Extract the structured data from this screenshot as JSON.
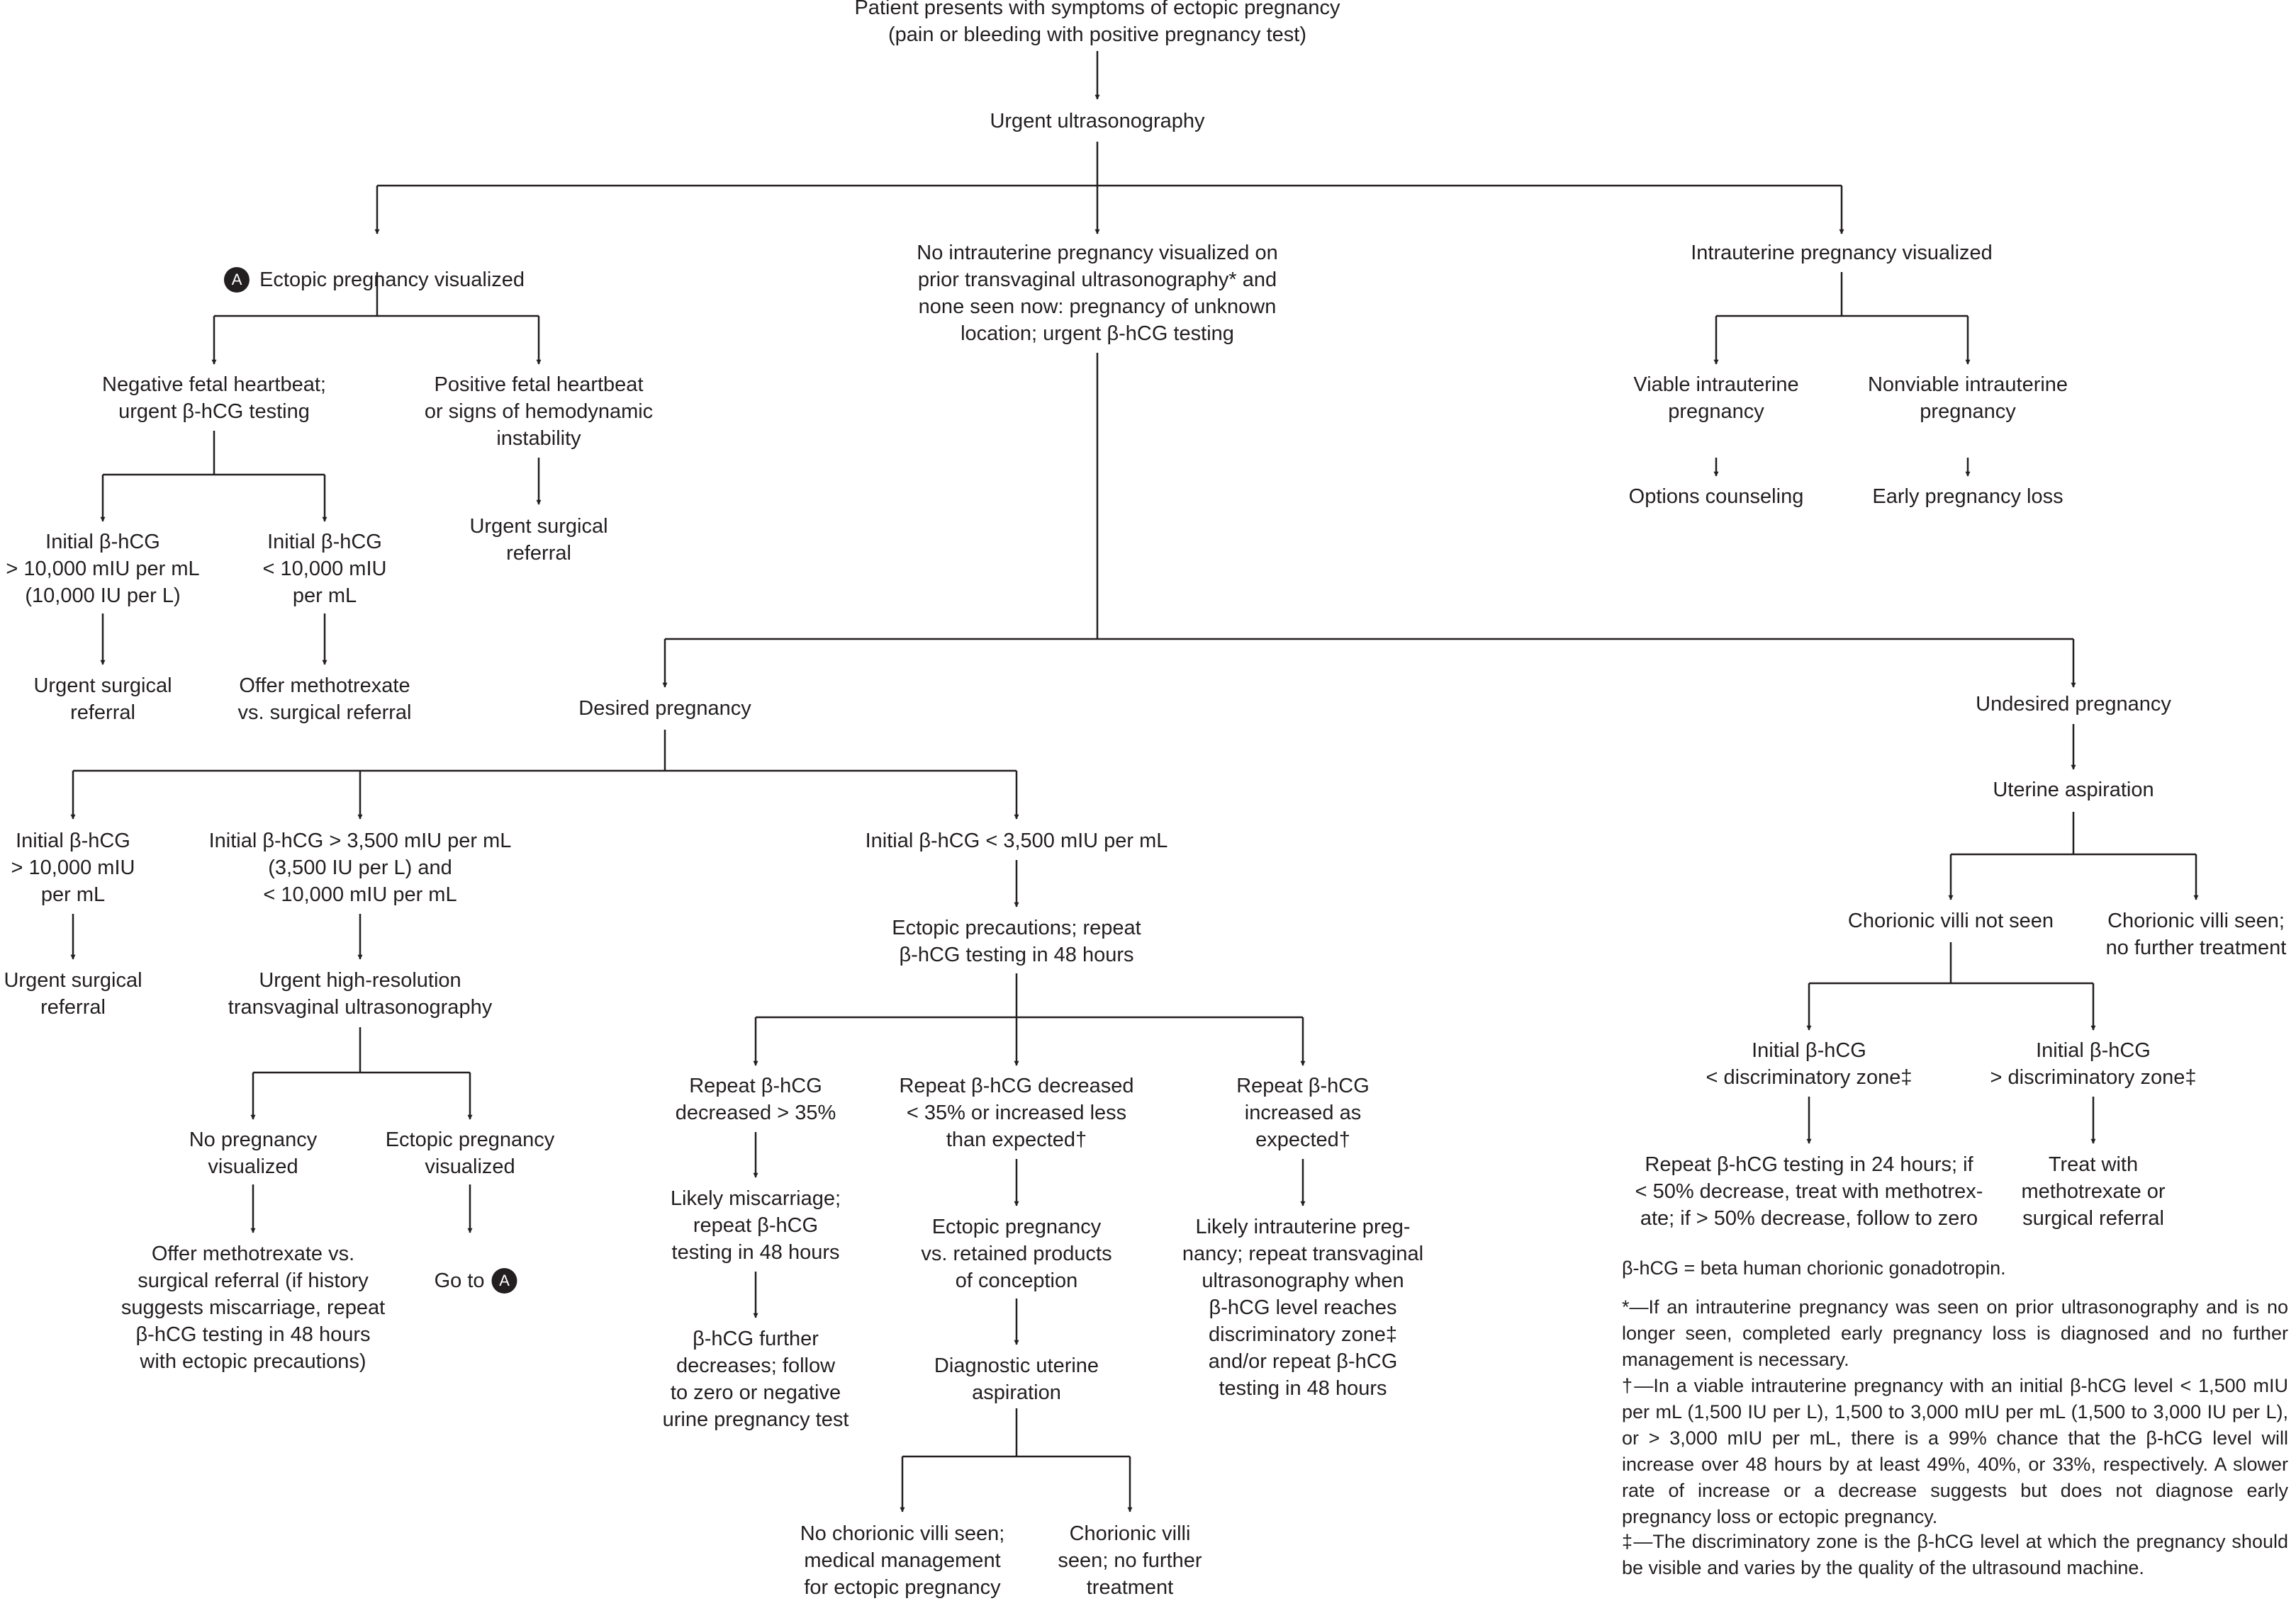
{
  "nodes": {
    "start": "Patient presents with symptoms of ectopic pregnancy\n(pain or bleeding with positive pregnancy test)",
    "urgent_us": "Urgent ultrasonography",
    "ectopic_visualized": "Ectopic pregnancy visualized",
    "badge_a": "A",
    "no_iup": "No intrauterine pregnancy visualized on\nprior transvaginal ultrasonography* and\nnone seen now: pregnancy of unknown\nlocation; urgent β-hCG testing",
    "iup_visualized": "Intrauterine pregnancy visualized",
    "neg_heartbeat": "Negative fetal heartbeat;\nurgent β-hCG testing",
    "pos_heartbeat": "Positive fetal heartbeat\nor signs of hemodynamic\ninstability",
    "urgent_surgical_1": "Urgent surgical\nreferral",
    "hcg_gt_10000": "Initial β-hCG\n> 10,000 mIU per mL\n(10,000 IU per L)",
    "hcg_lt_10000": "Initial β-hCG\n< 10,000 mIU\nper mL",
    "urgent_surgical_2": "Urgent surgical\nreferral",
    "offer_mtx_1": "Offer methotrexate\nvs. surgical referral",
    "viable_iup": "Viable intrauterine\npregnancy",
    "nonviable_iup": "Nonviable intrauterine\npregnancy",
    "options_counseling": "Options counseling",
    "early_loss": "Early pregnancy loss",
    "desired": "Desired pregnancy",
    "undesired": "Undesired pregnancy",
    "uterine_aspiration": "Uterine aspiration",
    "villi_not_seen": "Chorionic villi not seen",
    "villi_seen": "Chorionic villi seen;\nno further treatment",
    "dz_lt": "Initial β-hCG\n< discriminatory zone‡",
    "dz_gt": "Initial β-hCG\n> discriminatory zone‡",
    "repeat_24": "Repeat β-hCG testing in 24 hours; if\n< 50% decrease, treat with methotrex-\nate; if > 50% decrease, follow to zero",
    "treat_mtx": "Treat with\nmethotrexate or\nsurgical referral",
    "hcg_gt_10000_b": "Initial β-hCG\n> 10,000 mIU\nper mL",
    "hcg_3500_10000": "Initial β-hCG > 3,500 mIU per mL\n(3,500 IU per L) and\n< 10,000 mIU per mL",
    "hcg_lt_3500": "Initial β-hCG < 3,500 mIU per mL",
    "urgent_surgical_3": "Urgent surgical\nreferral",
    "hires_us": "Urgent high-resolution\ntransvaginal ultrasonography",
    "no_preg_vis": "No pregnancy\nvisualized",
    "ectopic_vis_2": "Ectopic pregnancy\nvisualized",
    "offer_mtx_2": "Offer methotrexate vs.\nsurgical referral (if history\nsuggests miscarriage, repeat\nβ-hCG testing in 48 hours\nwith ectopic precautions)",
    "go_to": "Go to",
    "ectopic_precautions": "Ectopic precautions; repeat\nβ-hCG testing in 48 hours",
    "dec_gt_35": "Repeat β-hCG\ndecreased > 35%",
    "dec_lt_35": "Repeat β-hCG decreased\n< 35% or increased less\nthan expected†",
    "inc_expected": "Repeat β-hCG\nincreased as\nexpected†",
    "likely_miscarriage": "Likely miscarriage;\nrepeat β-hCG\ntesting in 48 hours",
    "ectopic_vs_retained": "Ectopic pregnancy\nvs. retained products\nof conception",
    "likely_iup": "Likely intrauterine preg-\nnancy; repeat transvaginal\nultrasonography when\nβ-hCG level reaches\ndiscriminatory zone‡\nand/or repeat β-hCG\ntesting in 48 hours",
    "hcg_further_dec": "β-hCG further\ndecreases; follow\nto zero or negative\nurine pregnancy test",
    "diag_aspiration": "Diagnostic uterine\naspiration",
    "no_villi_medical": "No chorionic villi seen;\nmedical management\nfor ectopic pregnancy",
    "villi_seen_2": "Chorionic villi\nseen; no further\ntreatment"
  },
  "legend": {
    "abbrev": "β-hCG = beta human chorionic gonadotropin.",
    "note_star": "*—If an intrauterine pregnancy was seen on prior ultrasonography and is no longer seen, completed early pregnancy loss is diagnosed and no further management is necessary.",
    "note_dagger": "†—In a viable intrauterine pregnancy with an initial β-hCG level < 1,500 mIU per mL (1,500 IU per L), 1,500 to 3,000 mIU per mL (1,500 to 3,000 IU per L), or > 3,000 mIU per mL, there is a 99% chance that the β-hCG level will increase over 48 hours by at least 49%, 40%, or 33%, respectively. A slower rate of increase or a decrease suggests but does not diagnose early pregnancy loss or ectopic pregnancy.",
    "note_ddagger": "‡—The discriminatory zone is the β-hCG level at which the pregnancy should be visible and varies by the quality of the ultrasound machine."
  }
}
